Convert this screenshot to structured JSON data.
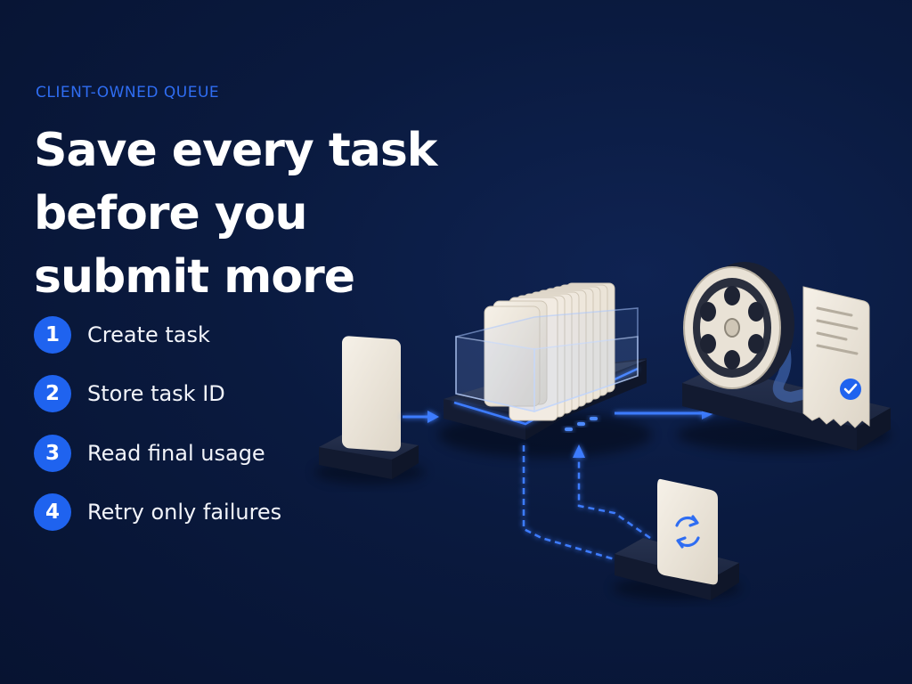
{
  "eyebrow": "CLIENT-OWNED QUEUE",
  "headline": "Save every task before you submit more",
  "steps": [
    {
      "num": "1",
      "label": "Create task"
    },
    {
      "num": "2",
      "label": "Store task ID"
    },
    {
      "num": "3",
      "label": "Read final usage"
    },
    {
      "num": "4",
      "label": "Retry only failures"
    }
  ],
  "icons": {
    "retry_card": "refresh-icon",
    "receipt_badge": "check-circle-icon",
    "output": "film-reel-icon"
  },
  "colors": {
    "background": "#0a1a3f",
    "accent": "#2f6df2",
    "step_circle": "#1f63ef",
    "card": "#ede7dc",
    "platform": "#1a2541"
  }
}
